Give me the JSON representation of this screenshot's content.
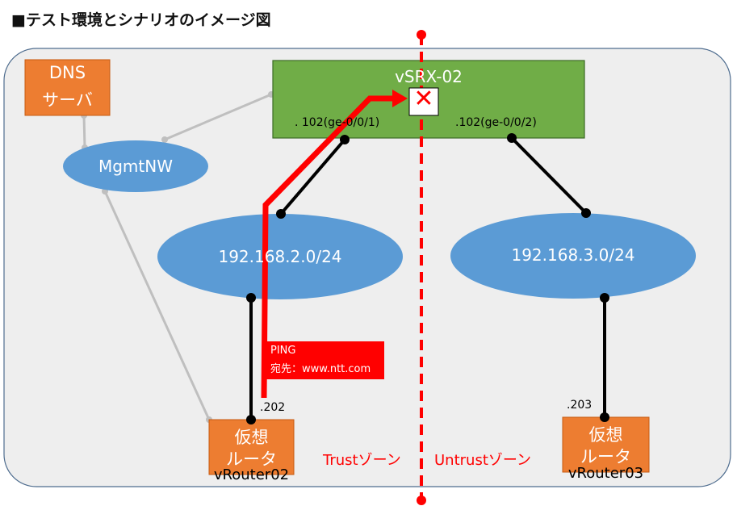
{
  "title": "■テスト環境とシナリオのイメージ図",
  "nodes": {
    "dns_server": {
      "line1": "DNS",
      "line2": "サーバ"
    },
    "mgmt_nw": {
      "label": "MgmtNW"
    },
    "vsrx": {
      "label": "vSRX-02",
      "port_left": ". 102(ge-0/0/1)",
      "port_right": ".102(ge-0/0/2)"
    },
    "net_left": {
      "label": "192.168.2.0/24"
    },
    "net_right": {
      "label": "192.168.3.0/24"
    },
    "router_left": {
      "line1": "仮想",
      "line2": "ルータ",
      "name": "vRouter02",
      "ip": ".202"
    },
    "router_right": {
      "line1": "仮想",
      "line2": "ルータ",
      "name": "vRouter03",
      "ip": ".203"
    }
  },
  "ping_callout": {
    "line1": "PING",
    "line2": "宛先：www.ntt.com"
  },
  "zones": {
    "trust": "Trustゾーン",
    "untrust": "Untrustゾーン"
  },
  "block_mark": "✕",
  "colors": {
    "orange": "#ED7D31",
    "blue": "#5B9BD5",
    "green": "#70AD47",
    "red": "#FF0000",
    "gray": "#BFBFBF",
    "panel": "#EEEEEE",
    "panel_border": "#4F6D8F"
  }
}
